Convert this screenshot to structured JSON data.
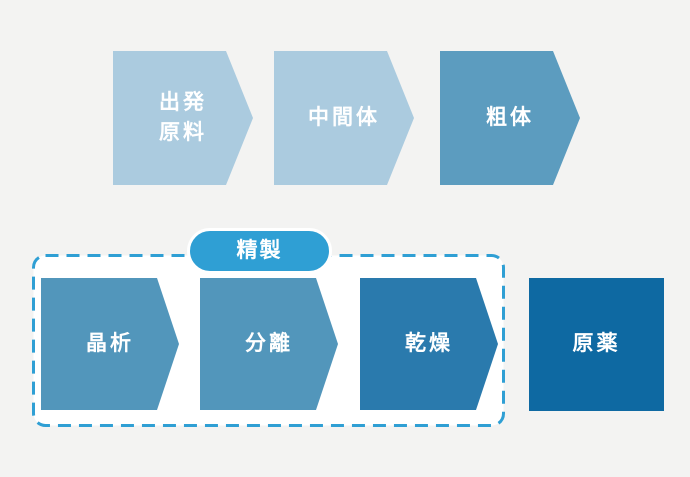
{
  "page": {
    "background_color": "#f3f3f2"
  },
  "upper_flow": {
    "steps": [
      {
        "label": "出発\n原料",
        "color": "#abcbdf"
      },
      {
        "label": "中間体",
        "color": "#abcbdf"
      },
      {
        "label": "粗体",
        "color": "#5c9cbf"
      }
    ]
  },
  "refining_group": {
    "badge": {
      "label": "精製",
      "fill_color": "#2f9fd4",
      "outline_color": "#ffffff"
    },
    "box": {
      "border_color": "#2f9fd4",
      "background_color": "#ffffff"
    },
    "steps": [
      {
        "label": "晶析",
        "color": "#5296bb"
      },
      {
        "label": "分離",
        "color": "#5296bb"
      },
      {
        "label": "乾燥",
        "color": "#2a7aad"
      }
    ]
  },
  "final_step": {
    "label": "原薬",
    "color": "#0e69a2"
  }
}
